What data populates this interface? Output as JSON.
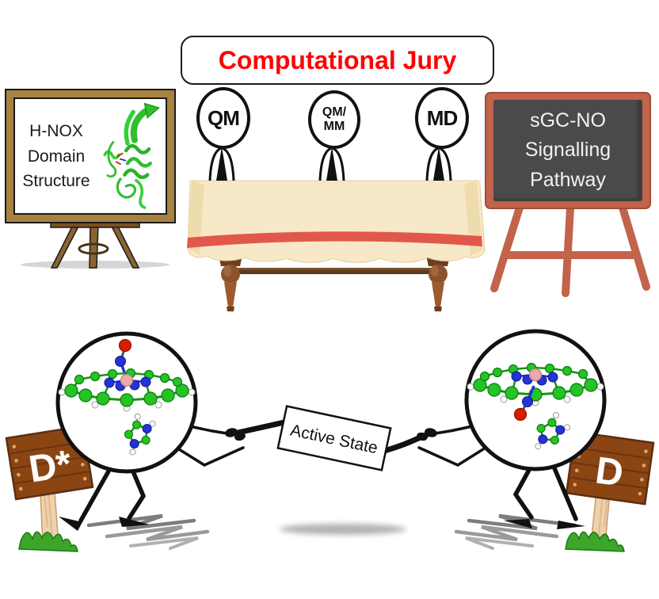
{
  "title": {
    "label": "Computational Jury"
  },
  "whiteboard": {
    "line1": "H-NOX",
    "line2": "Domain",
    "line3": "Structure"
  },
  "jury": {
    "member1": {
      "label": "QM"
    },
    "member2": {
      "line1": "QM/",
      "line2": "MM"
    },
    "member3": {
      "label": "MD"
    }
  },
  "blackboard": {
    "line1": "sGC-NO",
    "line2": "Signalling",
    "line3": "Pathway"
  },
  "tug": {
    "rope_label": "Active State",
    "left_sign_label": "D*",
    "right_sign_label": "D"
  },
  "colors": {
    "title_red": "#FF0000",
    "board_text_dark": "#1A1A1A",
    "whiteboard_frame_tan": "#A8823F",
    "blackboard_frame_terracotta": "#C2634B",
    "blackboard_surface_gray": "#4A4A4A",
    "blackboard_text_white": "#F2F2F2",
    "tablecloth_cream": "#F7E9C8",
    "tablecloth_stripe_red": "#E2574C",
    "table_wood_brown": "#8A5330",
    "sign_wood_brown": "#8B4513",
    "sign_text_white": "#FFFFFF",
    "post_tan": "#EFD2AC",
    "grass_green": "#3CA52A",
    "protein_green": "#2FBF2F",
    "atom_carbon_green": "#23C423",
    "atom_nitrogen_blue": "#2333D6",
    "atom_oxygen_red": "#D81E00",
    "atom_iron_pink": "#EBA9A9",
    "figure_black": "#111111"
  }
}
